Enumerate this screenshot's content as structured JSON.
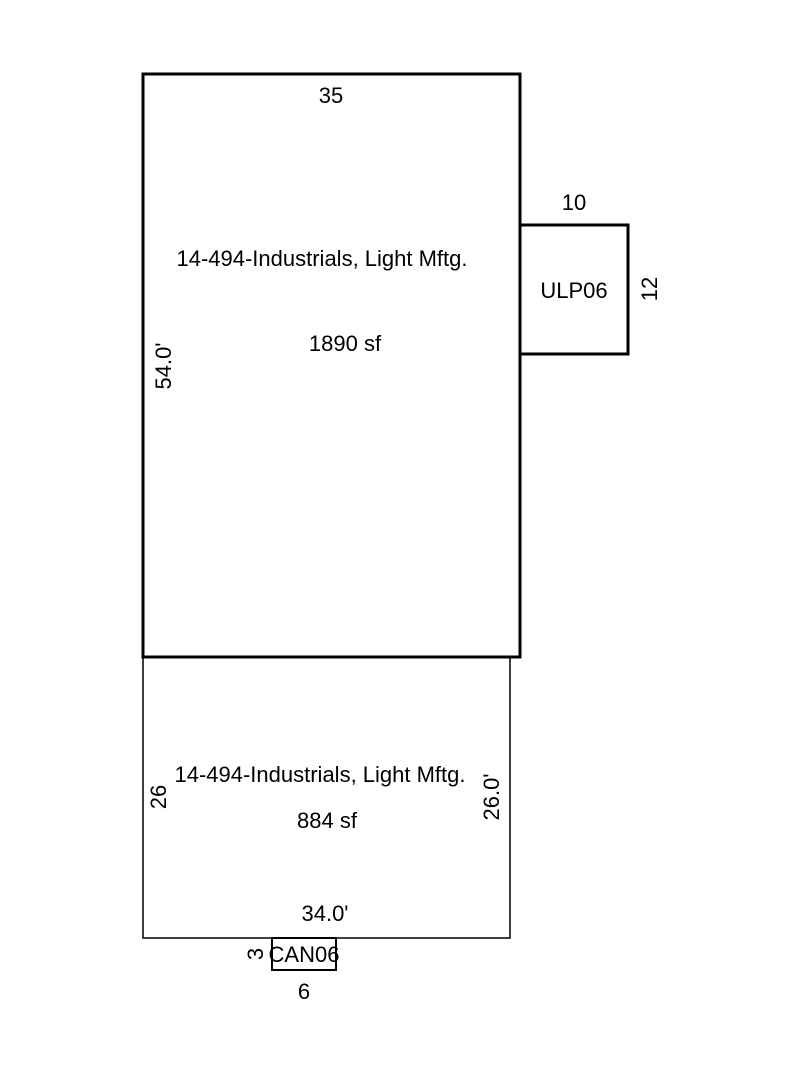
{
  "sketch": {
    "main_building": {
      "width_label": "35",
      "height_label": "54.0'",
      "use_label": "14-494-Industrials, Light Mftg.",
      "area_label": "1890 sf"
    },
    "porch": {
      "width_label": "10",
      "height_label": "12",
      "code_label": "ULP06"
    },
    "lower_building": {
      "left_label": "26",
      "right_label": "26.0'",
      "bottom_label": "34.0'",
      "use_label": "14-494-Industrials, Light Mftg.",
      "area_label": "884 sf"
    },
    "canopy": {
      "width_label": "6",
      "height_label": "3",
      "code_label": "CAN06"
    }
  }
}
